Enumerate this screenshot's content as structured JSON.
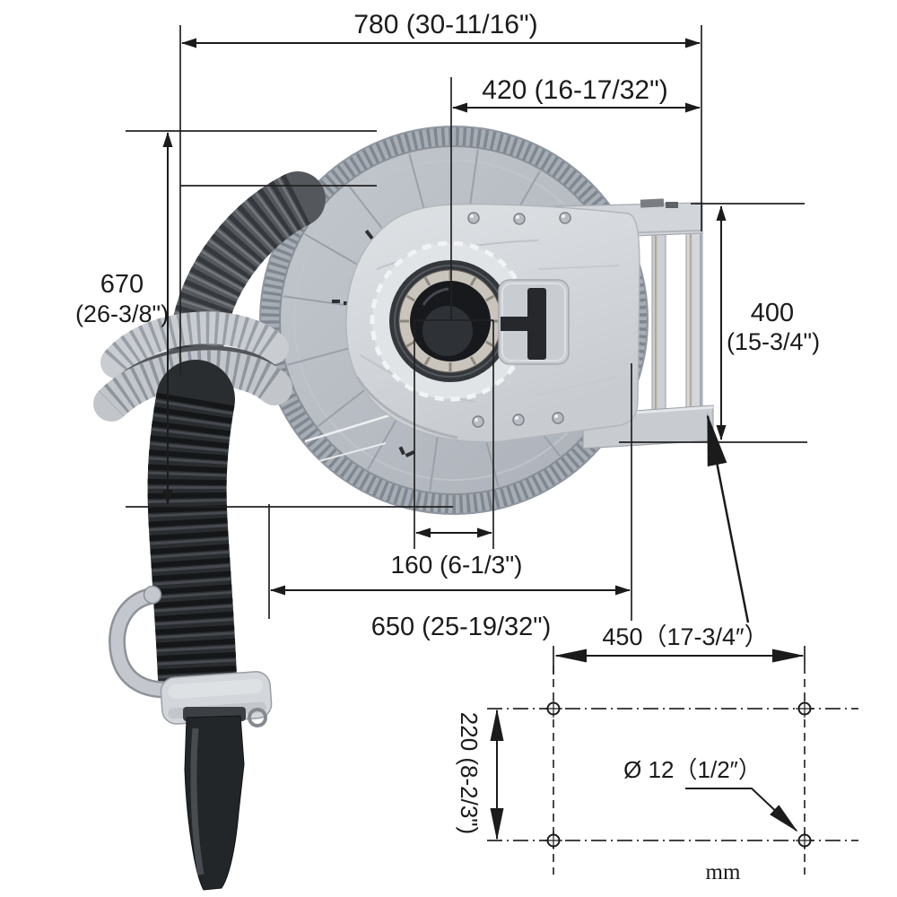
{
  "drawing": {
    "unit_note": "mm",
    "dims": {
      "overall_width": "780 (30-11/16\")",
      "hub_offset": "420 (16-17/32\")",
      "reel_height_mm": "670",
      "reel_height_in": "(26-3/8\")",
      "bracket_height_mm": "400",
      "bracket_height_in": "(15-3/4\")",
      "outlet_width": "160 (6-1/3\")",
      "overall_depth": "650 (25-19/32\")",
      "mount_spacing_h": "450（17-3/4″）",
      "mount_spacing_v": "220 (8-2/3\")",
      "mount_hole_dia": "Ø 12（1/2″）"
    }
  }
}
